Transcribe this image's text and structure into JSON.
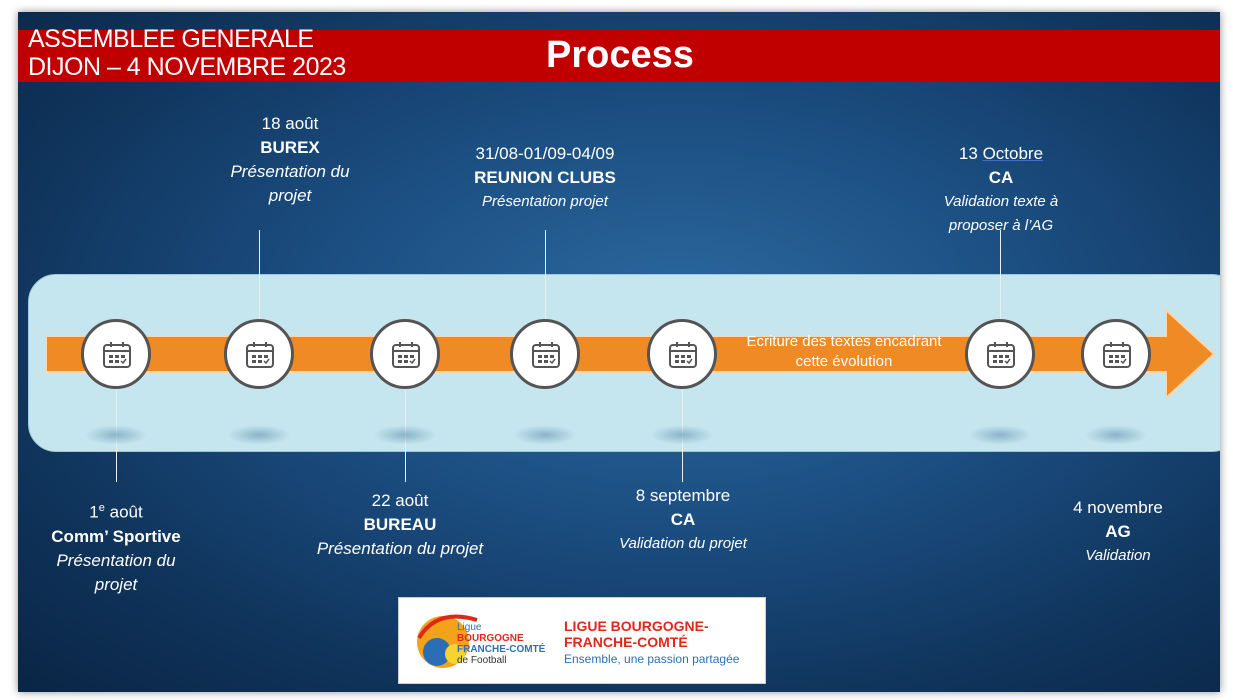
{
  "slide": {
    "event_line1": "ASSEMBLEE GENERALE",
    "event_line2": "DIJON – 4 NOVEMBRE 2023",
    "title": "Process"
  },
  "timeline": {
    "arrow_text": "Ecriture des textes encadrant cette évolution",
    "icon": "calendar-icon",
    "colors": {
      "arrow": "#f08a24",
      "band": "#c6e6ef",
      "topbar": "#c00000"
    },
    "milestones": [
      {
        "date_main": "1",
        "date_sup": "e",
        "date_rest": " août",
        "body": "Comm’ Sportive",
        "desc": "Présentation du projet"
      },
      {
        "date": "18 août",
        "body": "BUREX",
        "desc": "Présentation du projet"
      },
      {
        "date": "22 août",
        "body": "BUREAU",
        "desc": "Présentation du projet"
      },
      {
        "date": "31/08-01/09-04/09",
        "body": "REUNION CLUBS",
        "desc": "Présentation projet"
      },
      {
        "date": "8 septembre",
        "body": "CA",
        "desc": "Validation du projet"
      },
      {
        "date_num": "13",
        "date_word": "Octobre",
        "body": "CA",
        "desc": "Validation texte à proposer à l’AG"
      },
      {
        "date": "4 novembre",
        "body": "AG",
        "desc": "Validation"
      }
    ]
  },
  "logo": {
    "name_line1": "LIGUE BOURGOGNE-",
    "name_line2": "FRANCHE-COMTÉ",
    "tagline": "Ensemble, une passion partagée",
    "badge_ligue": "Ligue",
    "badge_bourgogne": "BOURGOGNE",
    "badge_fc": "FRANCHE-COMTÉ",
    "badge_football": "de Football"
  }
}
